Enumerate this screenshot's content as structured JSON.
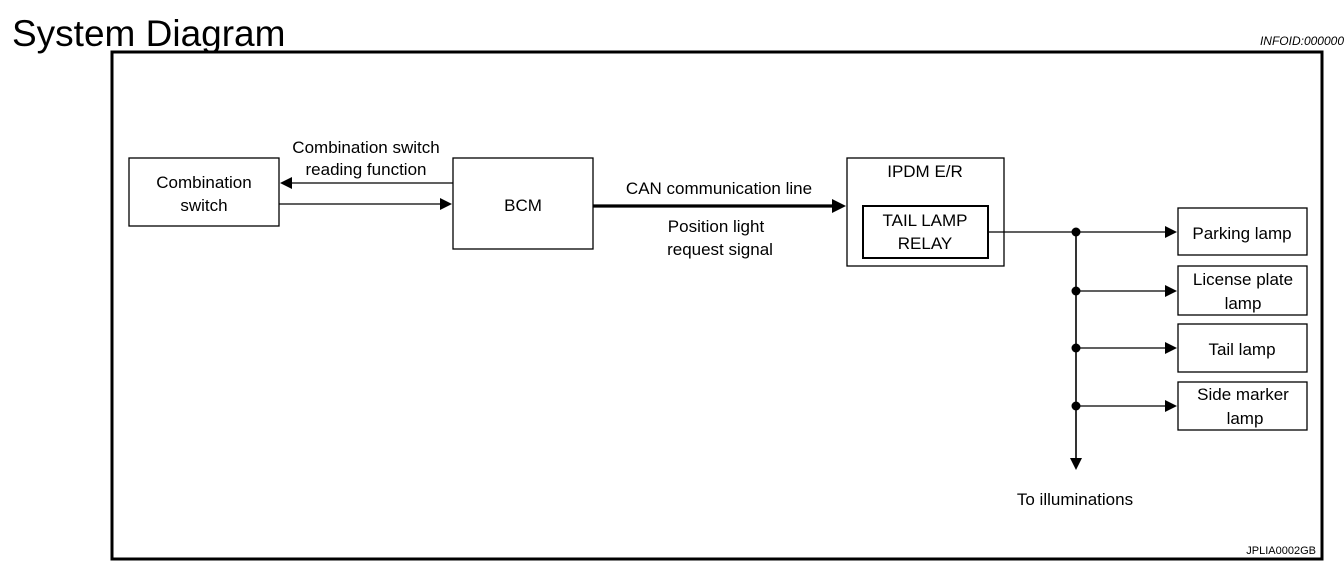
{
  "page": {
    "title": "System Diagram",
    "info_id": "INFOID:000000",
    "figure_code": "JPLIA0002GB"
  },
  "diagram": {
    "combination_switch": [
      "Combination",
      "switch"
    ],
    "bcm": "BCM",
    "ipdm": "IPDM E/R",
    "tail_lamp_relay": [
      "TAIL LAMP",
      "RELAY"
    ],
    "reading_function": [
      "Combination switch",
      "reading function"
    ],
    "can_line": "CAN communication line",
    "position_signal": [
      "Position light",
      "request signal"
    ],
    "outputs": {
      "parking_lamp": [
        "Parking lamp"
      ],
      "license_plate_lamp": [
        "License plate",
        "lamp"
      ],
      "tail_lamp": [
        "Tail lamp"
      ],
      "side_marker_lamp": [
        "Side marker",
        "lamp"
      ]
    },
    "illuminations": "To illuminations"
  }
}
